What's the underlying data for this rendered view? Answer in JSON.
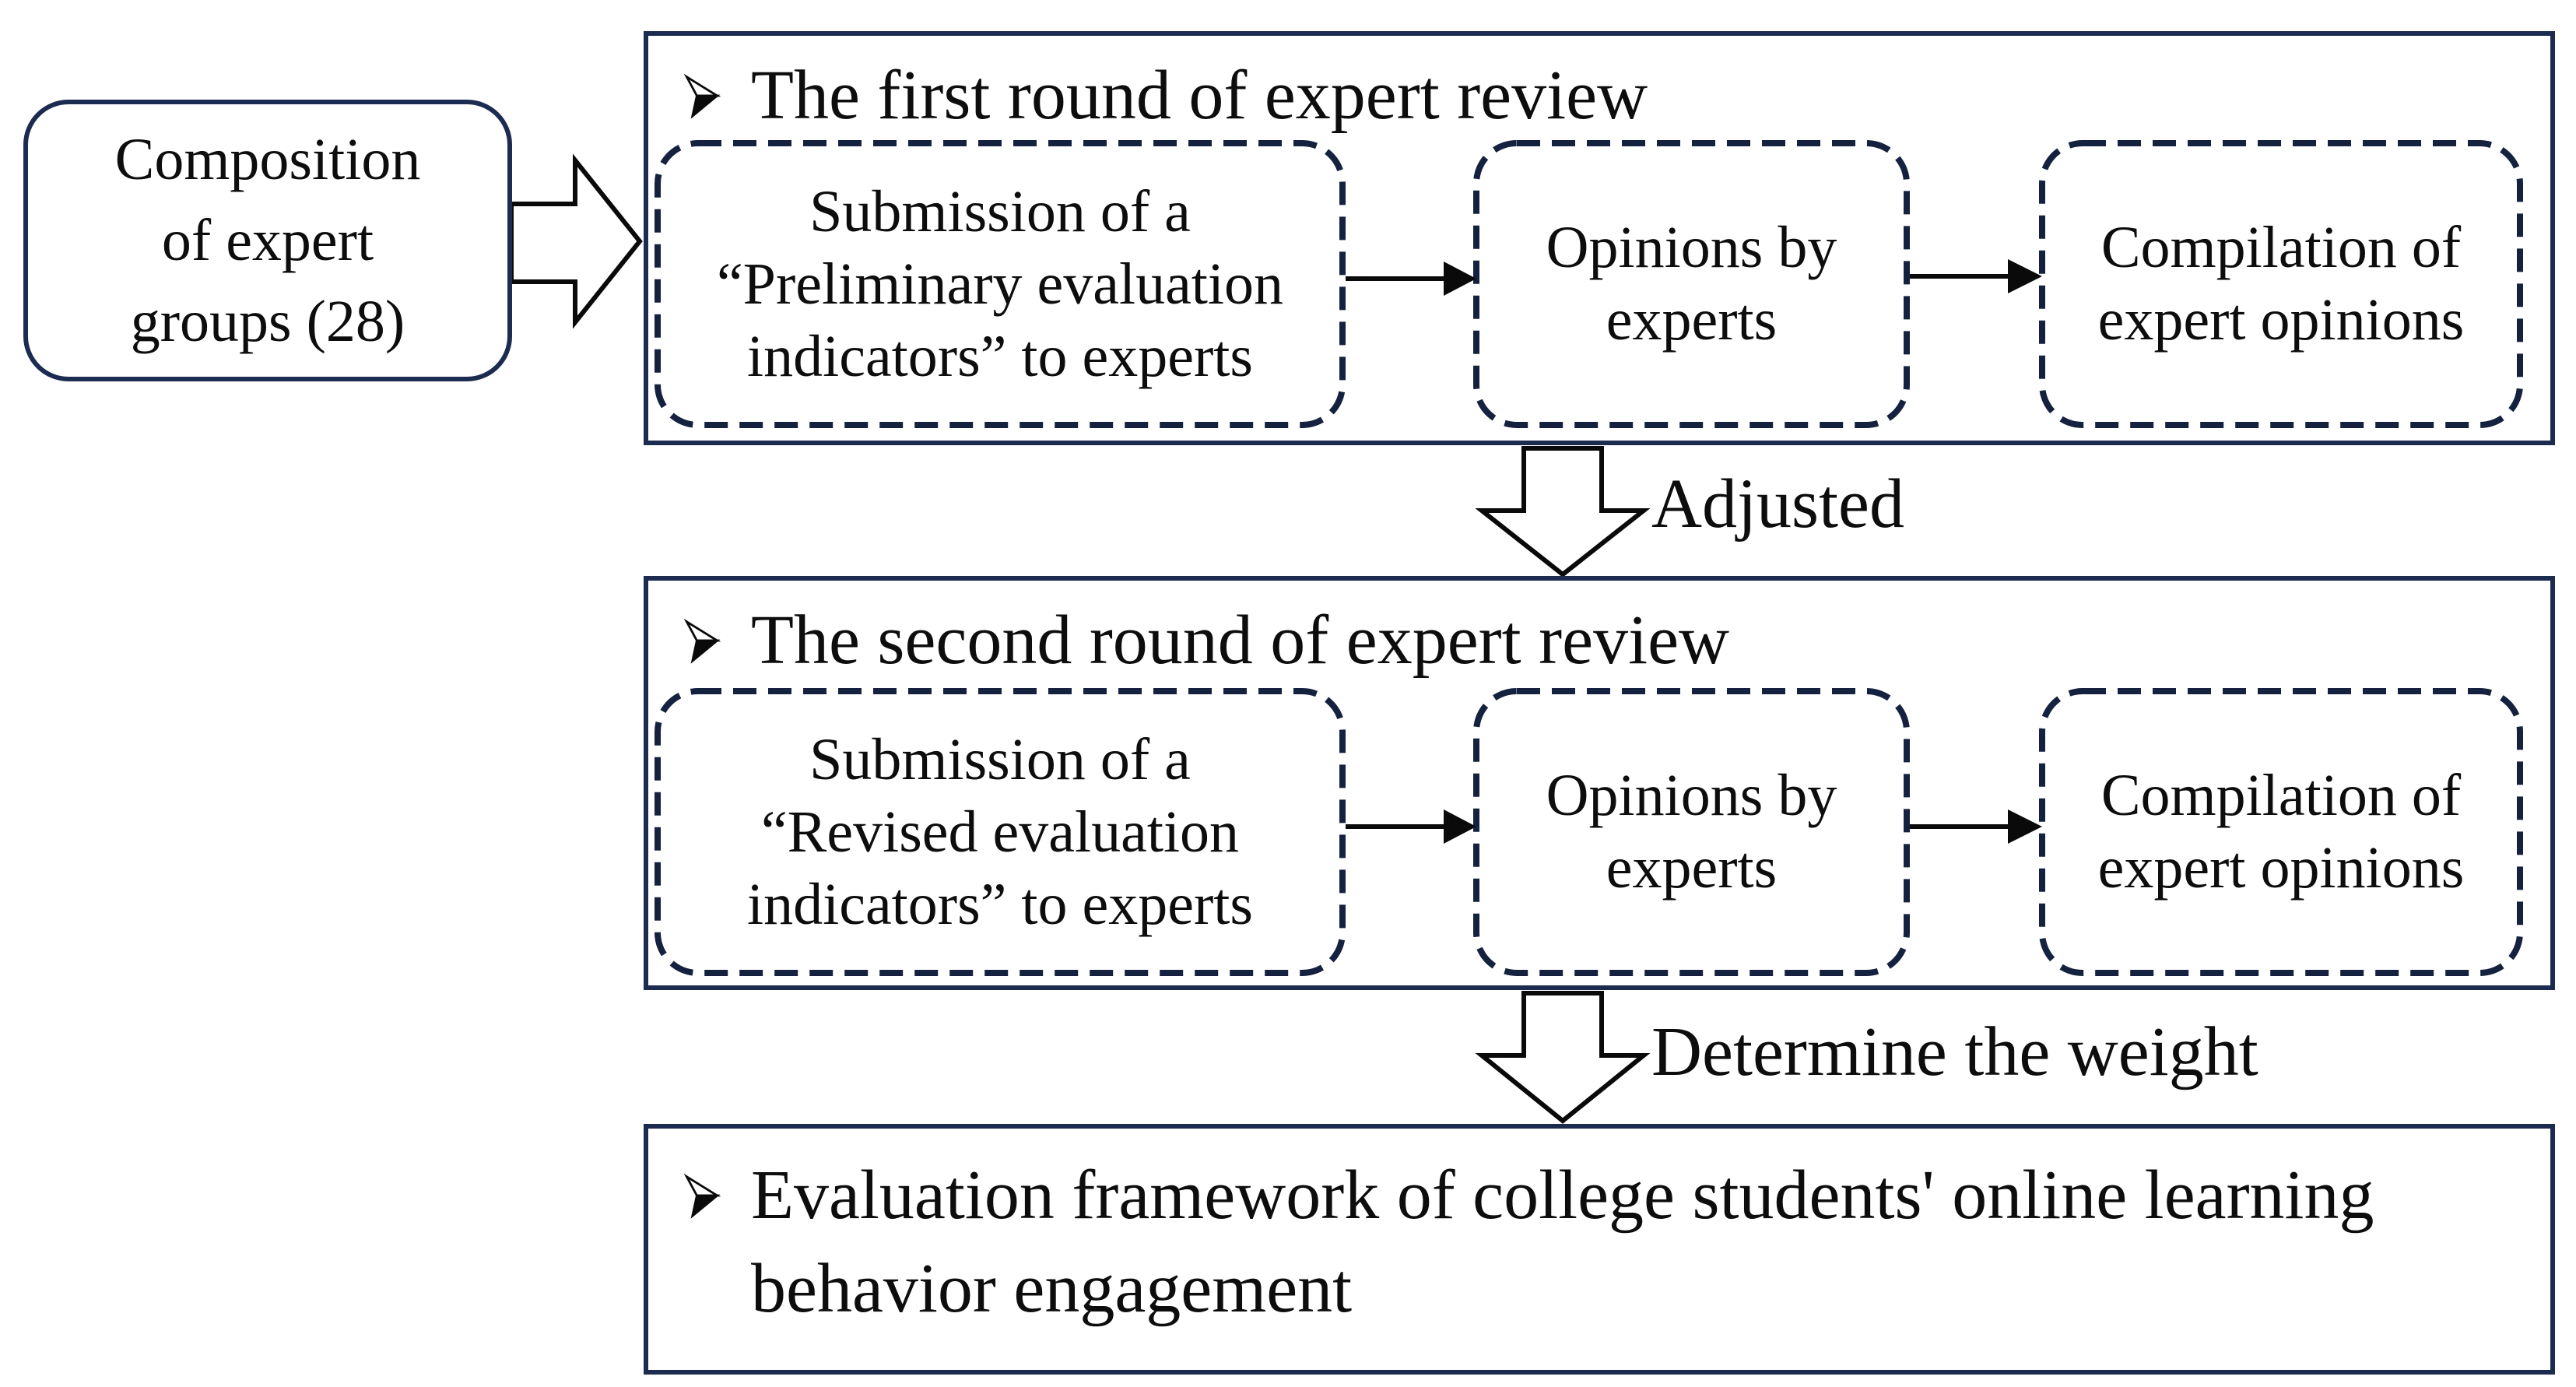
{
  "figure": {
    "left_box": {
      "lines": [
        "Composition",
        "of expert",
        "groups (28)"
      ]
    },
    "round1": {
      "title": "The first round of expert review",
      "steps": [
        {
          "lines": [
            "Submission of a",
            "“Preliminary evaluation",
            "indicators” to experts"
          ]
        },
        {
          "lines": [
            "Opinions by",
            "experts"
          ]
        },
        {
          "lines": [
            "Compilation of",
            "expert opinions"
          ]
        }
      ]
    },
    "transition1": {
      "label": "Adjusted"
    },
    "round2": {
      "title": "The second round of expert review",
      "steps": [
        {
          "lines": [
            "Submission of a",
            "“Revised evaluation",
            "indicators” to experts"
          ]
        },
        {
          "lines": [
            "Opinions by",
            "experts"
          ]
        },
        {
          "lines": [
            "Compilation of",
            "expert opinions"
          ]
        }
      ]
    },
    "transition2": {
      "label": "Determine the weight"
    },
    "result_box": {
      "lines": [
        "Evaluation framework of college students' online learning",
        "behavior engagement"
      ]
    }
  },
  "icons": {
    "list_bullet": "➢",
    "right_block_arrow": "hollow block arrow pointing right",
    "down_block_arrow": "hollow block arrow pointing down",
    "step_connector": "thin arrow pointing right"
  },
  "colors": {
    "border_navy": "#1c2b50",
    "dash_navy": "#15223f",
    "text_black": "#0d0d0d",
    "arrow_outline": "#0a0a0a",
    "arrow_fill": "#ffffff"
  }
}
